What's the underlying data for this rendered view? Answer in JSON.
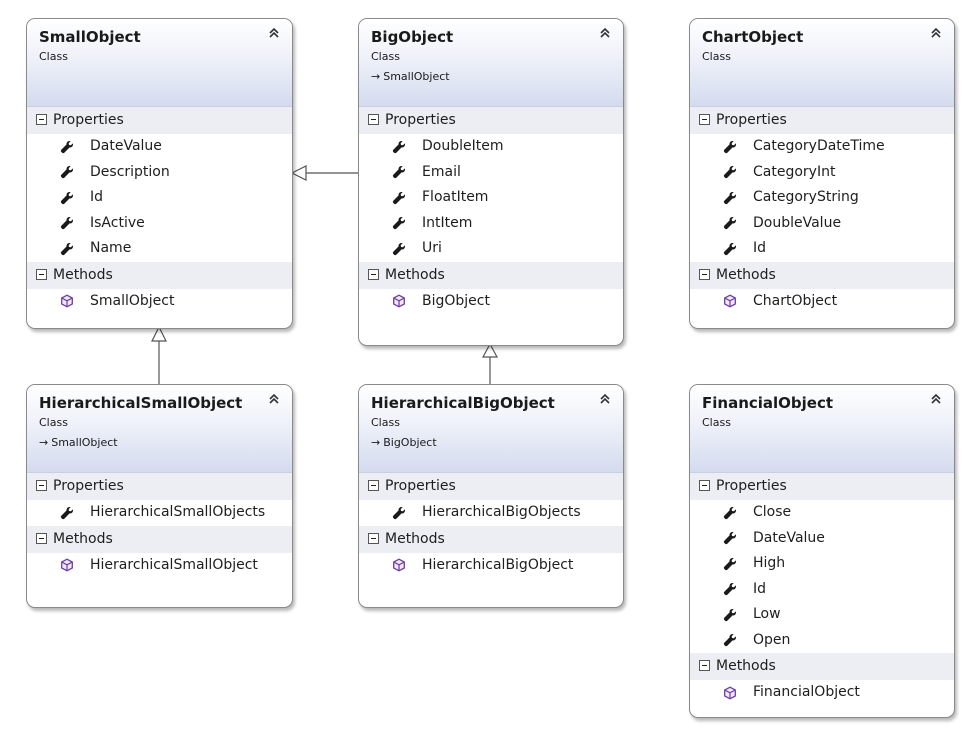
{
  "collapse_glyph": "⌃⌃",
  "inherit_arrow": "→",
  "classes": {
    "small_object": {
      "name": "SmallObject",
      "kind": "Class",
      "properties_label": "Properties",
      "properties": [
        "DateValue",
        "Description",
        "Id",
        "IsActive",
        "Name"
      ],
      "methods_label": "Methods",
      "methods": [
        "SmallObject"
      ]
    },
    "big_object": {
      "name": "BigObject",
      "kind": "Class",
      "base": "SmallObject",
      "properties_label": "Properties",
      "properties": [
        "DoubleItem",
        "Email",
        "FloatItem",
        "IntItem",
        "Uri"
      ],
      "methods_label": "Methods",
      "methods": [
        "BigObject"
      ]
    },
    "chart_object": {
      "name": "ChartObject",
      "kind": "Class",
      "properties_label": "Properties",
      "properties": [
        "CategoryDateTime",
        "CategoryInt",
        "CategoryString",
        "DoubleValue",
        "Id"
      ],
      "methods_label": "Methods",
      "methods": [
        "ChartObject"
      ]
    },
    "hierarchical_small_object": {
      "name": "HierarchicalSmallObject",
      "kind": "Class",
      "base": "SmallObject",
      "properties_label": "Properties",
      "properties": [
        "HierarchicalSmallObjects"
      ],
      "methods_label": "Methods",
      "methods": [
        "HierarchicalSmallObject"
      ]
    },
    "hierarchical_big_object": {
      "name": "HierarchicalBigObject",
      "kind": "Class",
      "base": "BigObject",
      "properties_label": "Properties",
      "properties": [
        "HierarchicalBigObjects"
      ],
      "methods_label": "Methods",
      "methods": [
        "HierarchicalBigObject"
      ]
    },
    "financial_object": {
      "name": "FinancialObject",
      "kind": "Class",
      "properties_label": "Properties",
      "properties": [
        "Close",
        "DateValue",
        "High",
        "Id",
        "Low",
        "Open"
      ],
      "methods_label": "Methods",
      "methods": [
        "FinancialObject"
      ]
    }
  },
  "colors": {
    "header_gradient_end": "#d4dbee",
    "section_bg": "#eceef4",
    "method_icon": "#6b3fa0",
    "wrench_icon": "#1a1a1a",
    "border": "#8a8a8a"
  },
  "icons": {
    "property": "wrench-icon",
    "method": "cube-icon",
    "collapse": "double-chevron-up-icon",
    "section_toggle": "minus-box-icon"
  }
}
